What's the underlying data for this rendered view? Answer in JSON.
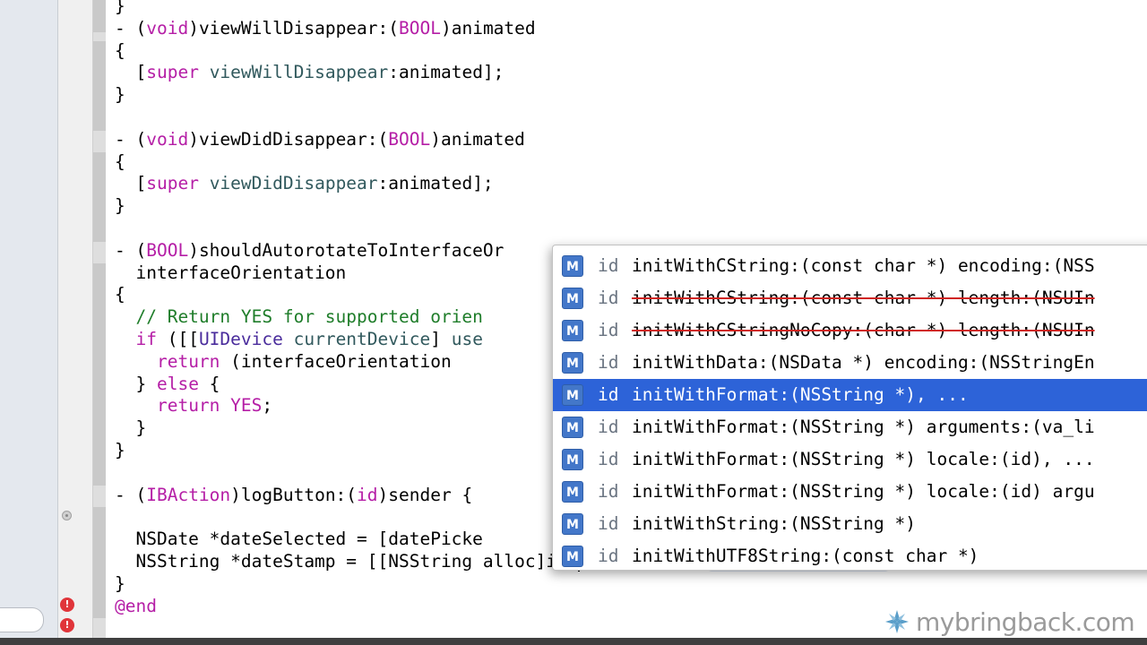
{
  "editor": {
    "lines": [
      {
        "row": 0,
        "parts": [
          {
            "t": "}"
          }
        ]
      },
      {
        "row": 1,
        "parts": [
          {
            "t": "- ("
          },
          {
            "t": "void",
            "c": "kw"
          },
          {
            "t": ")viewWillDisappear:("
          },
          {
            "t": "BOOL",
            "c": "kw"
          },
          {
            "t": ")animated"
          }
        ]
      },
      {
        "row": 2,
        "parts": [
          {
            "t": "{"
          }
        ]
      },
      {
        "row": 3,
        "parts": [
          {
            "t": "  ["
          },
          {
            "t": "super",
            "c": "kw"
          },
          {
            "t": " "
          },
          {
            "t": "viewWillDisappear",
            "c": "mth"
          },
          {
            "t": ":animated];"
          }
        ]
      },
      {
        "row": 4,
        "parts": [
          {
            "t": "}"
          }
        ]
      },
      {
        "row": 6,
        "parts": [
          {
            "t": "- ("
          },
          {
            "t": "void",
            "c": "kw"
          },
          {
            "t": ")viewDidDisappear:("
          },
          {
            "t": "BOOL",
            "c": "kw"
          },
          {
            "t": ")animated"
          }
        ]
      },
      {
        "row": 7,
        "parts": [
          {
            "t": "{"
          }
        ]
      },
      {
        "row": 8,
        "parts": [
          {
            "t": "  ["
          },
          {
            "t": "super",
            "c": "kw"
          },
          {
            "t": " "
          },
          {
            "t": "viewDidDisappear",
            "c": "mth"
          },
          {
            "t": ":animated];"
          }
        ]
      },
      {
        "row": 9,
        "parts": [
          {
            "t": "}"
          }
        ]
      },
      {
        "row": 11,
        "parts": [
          {
            "t": "- ("
          },
          {
            "t": "BOOL",
            "c": "kw"
          },
          {
            "t": ")shouldAutorotateToInterfaceOr"
          }
        ]
      },
      {
        "row": 12,
        "parts": [
          {
            "t": "  interfaceOrientation"
          }
        ]
      },
      {
        "row": 13,
        "parts": [
          {
            "t": "{"
          }
        ]
      },
      {
        "row": 14,
        "parts": [
          {
            "t": "  "
          },
          {
            "t": "// Return YES for supported orien",
            "c": "cmt"
          }
        ]
      },
      {
        "row": 15,
        "parts": [
          {
            "t": "  "
          },
          {
            "t": "if",
            "c": "kw"
          },
          {
            "t": " ([["
          },
          {
            "t": "UIDevice",
            "c": "cls"
          },
          {
            "t": " "
          },
          {
            "t": "currentDevice",
            "c": "mth"
          },
          {
            "t": "] "
          },
          {
            "t": "use",
            "c": "mth"
          }
        ]
      },
      {
        "row": 16,
        "parts": [
          {
            "t": "    "
          },
          {
            "t": "return",
            "c": "kw"
          },
          {
            "t": " (interfaceOrientation"
          }
        ]
      },
      {
        "row": 17,
        "parts": [
          {
            "t": "  } "
          },
          {
            "t": "else",
            "c": "kw"
          },
          {
            "t": " {"
          }
        ]
      },
      {
        "row": 18,
        "parts": [
          {
            "t": "    "
          },
          {
            "t": "return",
            "c": "kw"
          },
          {
            "t": " "
          },
          {
            "t": "YES",
            "c": "kw"
          },
          {
            "t": ";"
          }
        ]
      },
      {
        "row": 19,
        "parts": [
          {
            "t": "  }"
          }
        ]
      },
      {
        "row": 20,
        "parts": [
          {
            "t": "}"
          }
        ]
      },
      {
        "row": 22,
        "parts": [
          {
            "t": "- ("
          },
          {
            "t": "IBAction",
            "c": "kw"
          },
          {
            "t": ")logButton:("
          },
          {
            "t": "id",
            "c": "kw"
          },
          {
            "t": ")sender {"
          }
        ]
      },
      {
        "row": 24,
        "parts": [
          {
            "t": "  NSDate *dateSelected = [datePicke"
          }
        ]
      },
      {
        "row": 25,
        "parts": [
          {
            "t": "  NSString *dateStamp = [[NSString alloc]"
          },
          {
            "t": "ini",
            "c": "typed"
          },
          {
            "t": "CURSOR",
            "c": "cursor"
          },
          {
            "t": "tWithFormat:",
            "c": "ghost"
          },
          {
            "t": "(NSString *), ...",
            "c": "ghostph"
          }
        ]
      },
      {
        "row": 26,
        "parts": [
          {
            "t": "}"
          }
        ]
      },
      {
        "row": 27,
        "parts": [
          {
            "t": "@end",
            "c": "end"
          }
        ]
      }
    ]
  },
  "completion": {
    "items": [
      {
        "kind": "M",
        "ret": "id",
        "sig": "initWithCString:(const char *) encoding:(NSS",
        "deprecated": false,
        "selected": false
      },
      {
        "kind": "M",
        "ret": "id",
        "sig": "initWithCString:(const char *) length:(NSUIn",
        "deprecated": true,
        "selected": false
      },
      {
        "kind": "M",
        "ret": "id",
        "sig": "initWithCStringNoCopy:(char *) length:(NSUIn",
        "deprecated": true,
        "selected": false
      },
      {
        "kind": "M",
        "ret": "id",
        "sig": "initWithData:(NSData *) encoding:(NSStringEn",
        "deprecated": false,
        "selected": false
      },
      {
        "kind": "M",
        "ret": "id",
        "sig": "initWithFormat:(NSString *), ...",
        "deprecated": false,
        "selected": true
      },
      {
        "kind": "M",
        "ret": "id",
        "sig": "initWithFormat:(NSString *) arguments:(va_li",
        "deprecated": false,
        "selected": false
      },
      {
        "kind": "M",
        "ret": "id",
        "sig": "initWithFormat:(NSString *) locale:(id), ...",
        "deprecated": false,
        "selected": false
      },
      {
        "kind": "M",
        "ret": "id",
        "sig": "initWithFormat:(NSString *) locale:(id) argu",
        "deprecated": false,
        "selected": false
      },
      {
        "kind": "M",
        "ret": "id",
        "sig": "initWithString:(NSString *)",
        "deprecated": false,
        "selected": false
      },
      {
        "kind": "M",
        "ret": "id",
        "sig": "initWithUTF8String:(const char *)",
        "deprecated": false,
        "selected": false
      }
    ]
  },
  "watermark": {
    "prefix": "my",
    "brand": "bringback",
    "suffix": ".com"
  },
  "colors": {
    "accent": "#2d63d8",
    "keyword": "#b51ea6",
    "comment": "#1f7d2a",
    "error": "#e0353a"
  },
  "gutter": {
    "error_icons": [
      "!",
      "!"
    ]
  }
}
